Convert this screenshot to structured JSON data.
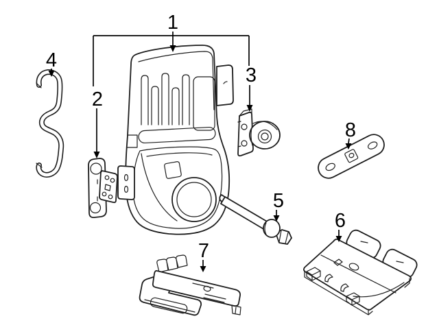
{
  "colors": {
    "background": "#ffffff",
    "line": "#1c1c1c",
    "ink": "#000000"
  },
  "callouts": [
    {
      "label": "1"
    },
    {
      "label": "2"
    },
    {
      "label": "3"
    },
    {
      "label": "4"
    },
    {
      "label": "5"
    },
    {
      "label": "6"
    },
    {
      "label": "7"
    },
    {
      "label": "8"
    }
  ],
  "parts": [
    {
      "callout": "1",
      "name": "main-module-drawing"
    },
    {
      "callout": "2",
      "name": "small-bracket-drawing"
    },
    {
      "callout": "3",
      "name": "round-sensor-drawing"
    },
    {
      "callout": "4",
      "name": "wire-clip-drawing"
    },
    {
      "callout": "5",
      "name": "bolt-drawing"
    },
    {
      "callout": "6",
      "name": "mounting-plate-drawing"
    },
    {
      "callout": "7",
      "name": "support-bracket-drawing"
    },
    {
      "callout": "8",
      "name": "strap-bracket-drawing"
    }
  ]
}
